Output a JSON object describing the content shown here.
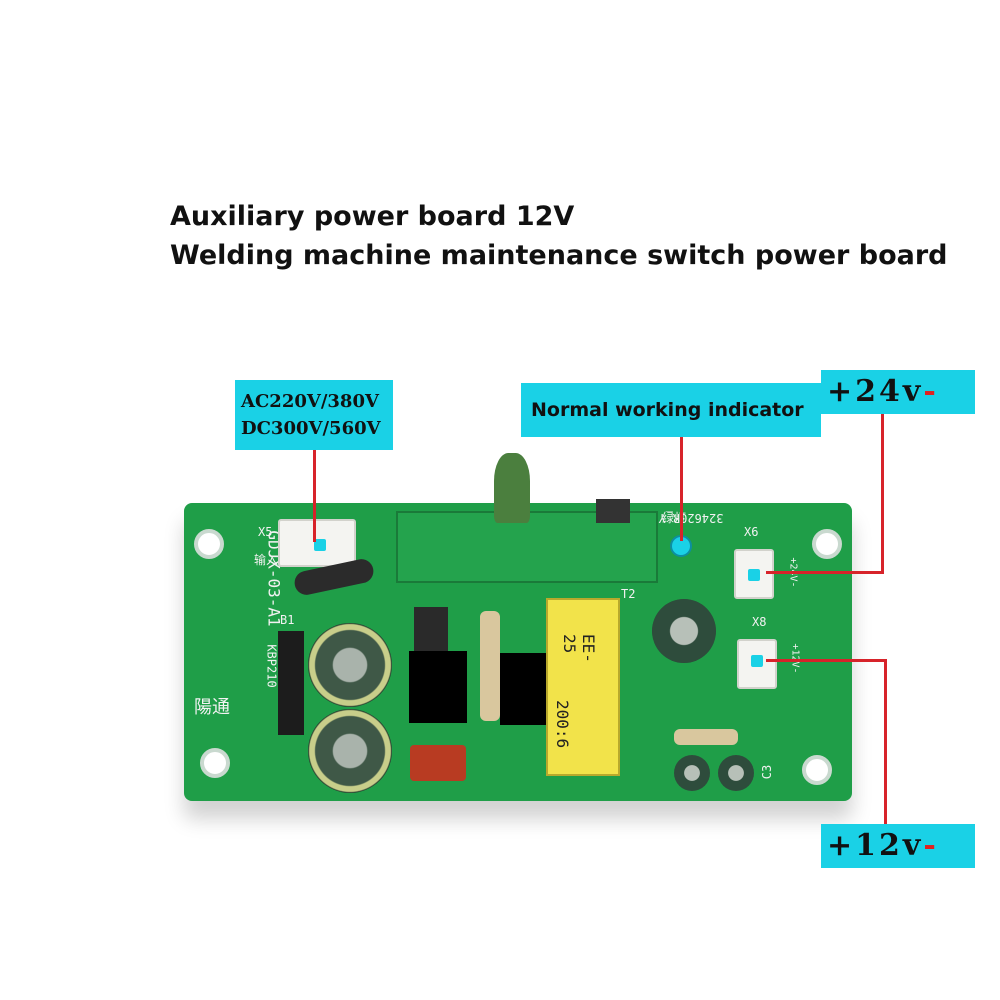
{
  "title": {
    "line1": "Auxiliary power board 12V",
    "line2": "Welding machine maintenance switch power board"
  },
  "labels": {
    "input_line1": "AC220V/380V",
    "input_line2": "DC300V/560V",
    "indicator": "Normal working indicator",
    "out24_text": "+24v",
    "out24_sign": "-",
    "out12_text": "+12v",
    "out12_sign": "-"
  },
  "board": {
    "model": "GDJX-03-A1",
    "rectifier": "KBP210",
    "transformer_line1": "EE-25",
    "transformer_line2": "200:6",
    "code": "324620R_Y82",
    "conn_x5": "X5",
    "conn_x6": "X6",
    "conn_x8": "X8",
    "b1": "B1",
    "t2": "T2",
    "c3": "C3",
    "brand": "陽通",
    "input_mark": "输入",
    "led_mark": "绿灯",
    "out_mark_24": "+24V-",
    "out_mark_12": "+12V-"
  },
  "colors": {
    "label_bg": "#1ad1e6",
    "leader_line": "#d7232a",
    "board_green": "#1f9e48",
    "minus_red": "#e0201f"
  }
}
